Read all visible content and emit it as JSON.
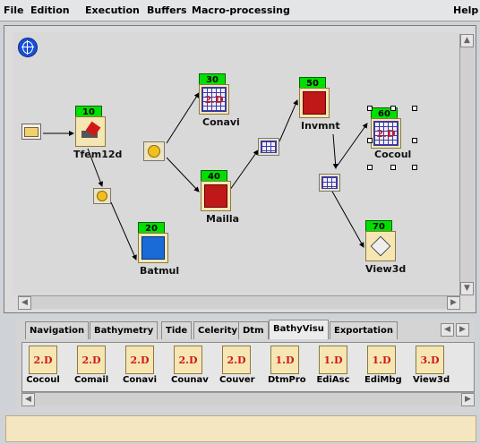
{
  "menu": {
    "file": "File",
    "edition": "Edition",
    "execution": "Execution",
    "buffers": "Buffers",
    "macro": "Macro-processing",
    "help": "Help"
  },
  "nodes": [
    {
      "id": "10",
      "label": "Tfem12d"
    },
    {
      "id": "20",
      "label": "Batmul"
    },
    {
      "id": "30",
      "label": "Conavi"
    },
    {
      "id": "40",
      "label": "Mailla"
    },
    {
      "id": "50",
      "label": "Invmnt"
    },
    {
      "id": "60",
      "label": "Cocoul"
    },
    {
      "id": "70",
      "label": "View3d"
    }
  ],
  "tabs": [
    "Navigation",
    "Bathymetry",
    "Tide",
    "Celerity",
    "Dtm",
    "BathyVisu",
    "Exportation"
  ],
  "active_tab": "BathyVisu",
  "tools": [
    {
      "label": "Cocoul",
      "glyph": "2.D"
    },
    {
      "label": "Comail",
      "glyph": "2.D"
    },
    {
      "label": "Conavi",
      "glyph": "2.D"
    },
    {
      "label": "Counav",
      "glyph": "2.D"
    },
    {
      "label": "Couver",
      "glyph": "2.D"
    },
    {
      "label": "DtmPro",
      "glyph": "1.D"
    },
    {
      "label": "EdiAsc",
      "glyph": "1.D"
    },
    {
      "label": "EdiMbg",
      "glyph": "1.D"
    },
    {
      "label": "View3d",
      "glyph": "3.D"
    }
  ],
  "colors": {
    "badge": "#00e000",
    "tile": "#f5e6b3",
    "glyph_red": "#d01818"
  }
}
